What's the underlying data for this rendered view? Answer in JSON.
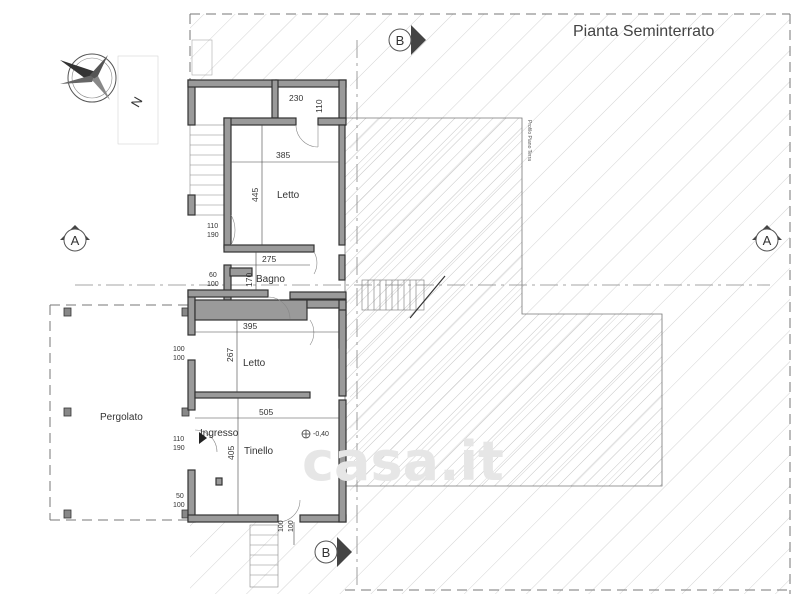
{
  "title": "Pianta Seminterrato",
  "compass": {
    "label": "N"
  },
  "sections": {
    "a_left": "A",
    "a_right": "A",
    "b_top": "B",
    "b_bottom": "B"
  },
  "rooms": {
    "letto1": "Letto",
    "bagno": "Bagno",
    "letto2": "Letto",
    "ingresso": "Ingresso",
    "tinello": "Tinello",
    "pergolato": "Pergolato"
  },
  "dimensions": {
    "d230": "230",
    "d110_top": "110",
    "d385": "385",
    "d445": "445",
    "d110_190_a": "110",
    "d110_190_b": "190",
    "d275": "275",
    "d170": "170",
    "d60": "60",
    "d100_a": "100",
    "d395": "395",
    "d267": "267",
    "d100_b": "100",
    "d100_c": "100",
    "d505": "505",
    "d405": "405",
    "d110_190_c": "110",
    "d110_190_d": "190",
    "d50": "50",
    "d100_d": "100",
    "d100_bottom_a": "100",
    "d100_bottom_b": "100",
    "level": "-0,40"
  },
  "profile_label": "Profilo Piano Terra",
  "watermark": "casa.it"
}
